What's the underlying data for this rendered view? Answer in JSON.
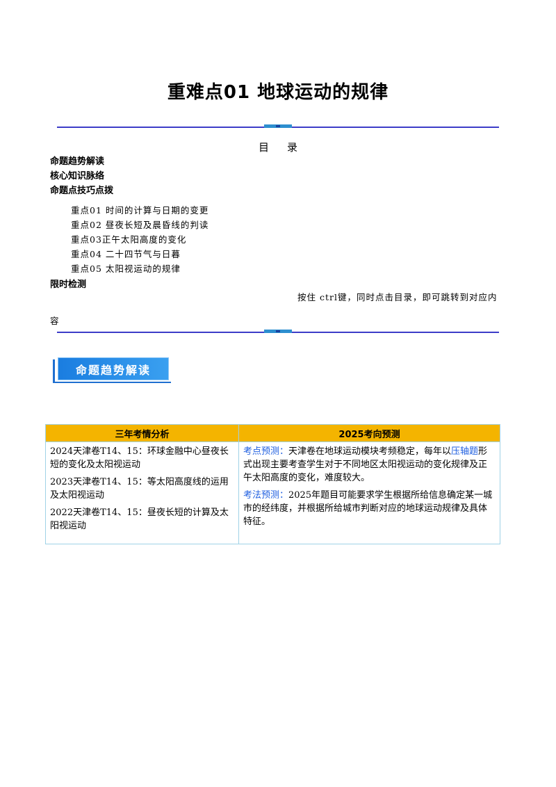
{
  "page": {
    "title": "重难点01  地球运动的规律"
  },
  "toc": {
    "heading": "目录",
    "items": [
      "命题趋势解读",
      "核心知识脉络",
      "命题点技巧点拨"
    ],
    "sub_items": [
      "重点01 时间的计算与日期的变更",
      "重点02 昼夜长短及晨昏线的判读",
      "重点03正午太阳高度的变化",
      "重点04 二十四节气与日暮",
      "重点05 太阳视运动的规律"
    ],
    "last_item": "限时检测",
    "note_line1": "按住 ctrl键，同时点击目录，即可跳转到对应内",
    "note_line2": "容"
  },
  "section": {
    "badge_label": "命题趋势解读"
  },
  "table": {
    "headers": [
      "三年考情分析",
      "2025考向预测"
    ],
    "left_entries": [
      "2024天津卷T14、15：环球金融中心昼夜长短的变化及太阳视运动",
      "2023天津卷T14、15：等太阳高度线的运用及太阳视运动",
      "2022天津卷T14、15：昼夜长短的计算及太阳视运动"
    ],
    "right_p1_label": "考点预测：",
    "right_p1_text_a": "天津卷在地球运动模块考频稳定，每年以",
    "right_p1_link": "压轴题",
    "right_p1_text_b": "形式出现主要考查学生对于不同地区太阳视运动的变化规律及正午太阳高度的变化，难度较大。",
    "right_p2_label": "考法预测：",
    "right_p2_text": "2025年题目可能要求学生根据所给信息确定某一城市的经纬度，并根据所给城市判断对应的地球运动规律及具体特征。"
  },
  "colors": {
    "rule": "#3c3cc8",
    "header_bg": "#f4b400",
    "badge_bg": "#1a7de0",
    "accent_blue": "#1f5fe0"
  }
}
